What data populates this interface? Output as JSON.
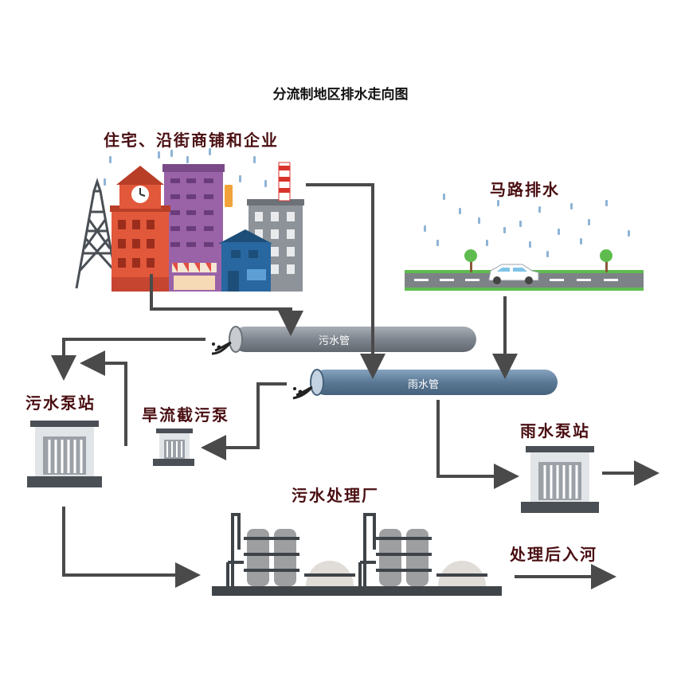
{
  "title": "分流制地区排水走向图",
  "labels": {
    "buildings": "住宅、沿街商铺和企业",
    "road": "马路排水",
    "sewage_pump": "污水泵站",
    "dry_weather_pump": "旱流截污泵",
    "rain_pump": "雨水泵站",
    "treatment_plant": "污水处理厂",
    "discharge": "处理后入河"
  },
  "pipes": {
    "sewage": "污水管",
    "rain": "雨水管"
  },
  "colors": {
    "sewage_pipe": "#7e858e",
    "rain_pipe": "#5b7894",
    "arrow": "#4a4a4a",
    "label_text": "#4a0f12"
  }
}
